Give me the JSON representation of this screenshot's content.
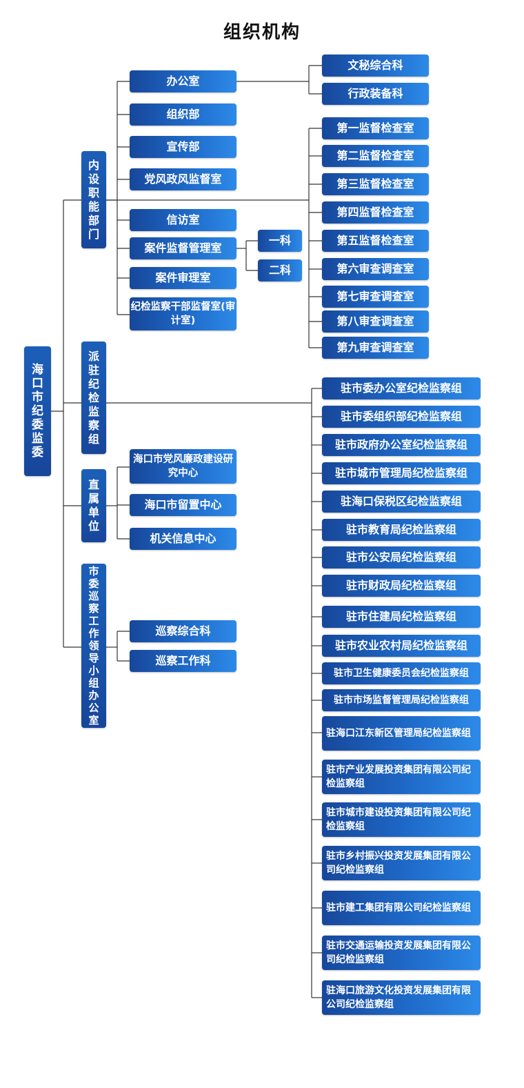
{
  "title": "组织机构",
  "root": "海口市纪委监委",
  "branches": [
    "内设职能部门",
    "派驻纪检监察组",
    "直属单位",
    "市委巡察工作领导小组办公室"
  ],
  "internal_departments": [
    "办公室",
    "组织部",
    "宣传部",
    "党风政风监督室",
    "信访室",
    "案件监督管理室",
    "案件审理室",
    "纪检监察干部监督室(审计室)"
  ],
  "office_subs": [
    "文秘综合科",
    "行政装备科"
  ],
  "case_supervision_subs": [
    "一科",
    "二科"
  ],
  "inspection_rooms": [
    "第一监督检查室",
    "第二监督检查室",
    "第三监督检查室",
    "第四监督检查室",
    "第五监督检查室",
    "第六审查调查室",
    "第七审查调查室",
    "第八审查调查室",
    "第九审查调查室"
  ],
  "direct_units": [
    "海口市党风廉政建设研究中心",
    "海口市留置中心",
    "机关信息中心"
  ],
  "inspection_office_subs": [
    "巡察综合科",
    "巡察工作科"
  ],
  "stationed_groups": [
    "驻市委办公室纪检监察组",
    "驻市委组织部纪检监察组",
    "驻市政府办公室纪检监察组",
    "驻市城市管理局纪检监察组",
    "驻海口保税区纪检监察组",
    "驻市教育局纪检监察组",
    "驻市公安局纪检监察组",
    "驻市财政局纪检监察组",
    "驻市住建局纪检监察组",
    "驻市农业农村局纪检监察组",
    "驻市卫生健康委员会纪检监察组",
    "驻市市场监督管理局纪检监察组",
    "驻海口江东新区管理局纪检监察组",
    "驻市产业发展投资集团有限公司纪检监察组",
    "驻市城市建设投资集团有限公司纪检监察组",
    "驻市乡村振兴投资发展集团有限公司纪检监察组",
    "驻市建工集团有限公司纪检监察组",
    "驻市交通运输投资发展集团有限公司纪检监察组",
    "驻海口旅游文化投资发展集团有限公司纪检监察组"
  ],
  "colors": {
    "box_dark": "#17479a",
    "box_light": "#2d8ae8",
    "line": "#333333",
    "title": "#111111"
  }
}
